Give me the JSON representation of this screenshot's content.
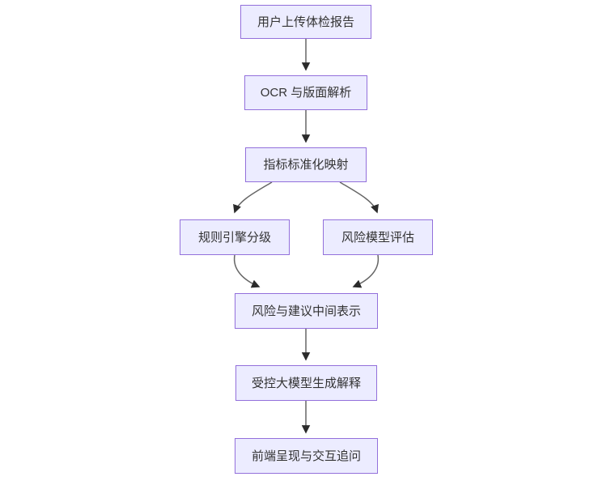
{
  "diagram": {
    "type": "flowchart-top-down",
    "nodes": [
      {
        "id": "A",
        "label": "用户上传体检报告"
      },
      {
        "id": "B",
        "label": "OCR 与版面解析"
      },
      {
        "id": "C",
        "label": "指标标准化映射"
      },
      {
        "id": "D",
        "label": "规则引擎分级"
      },
      {
        "id": "E",
        "label": "风险模型评估"
      },
      {
        "id": "F",
        "label": "风险与建议中间表示"
      },
      {
        "id": "G",
        "label": "受控大模型生成解释"
      },
      {
        "id": "H",
        "label": "前端呈现与交互追问"
      }
    ],
    "edges": [
      {
        "from": "A",
        "to": "B"
      },
      {
        "from": "B",
        "to": "C"
      },
      {
        "from": "C",
        "to": "D"
      },
      {
        "from": "C",
        "to": "E"
      },
      {
        "from": "D",
        "to": "F"
      },
      {
        "from": "E",
        "to": "F"
      },
      {
        "from": "F",
        "to": "G"
      },
      {
        "from": "G",
        "to": "H"
      }
    ],
    "colors": {
      "node_fill": "#ECECFF",
      "node_border": "#9370DB",
      "edge_line": "#666666",
      "arrowhead": "#2b2b2b",
      "text": "#333333",
      "background": "#ffffff"
    }
  }
}
